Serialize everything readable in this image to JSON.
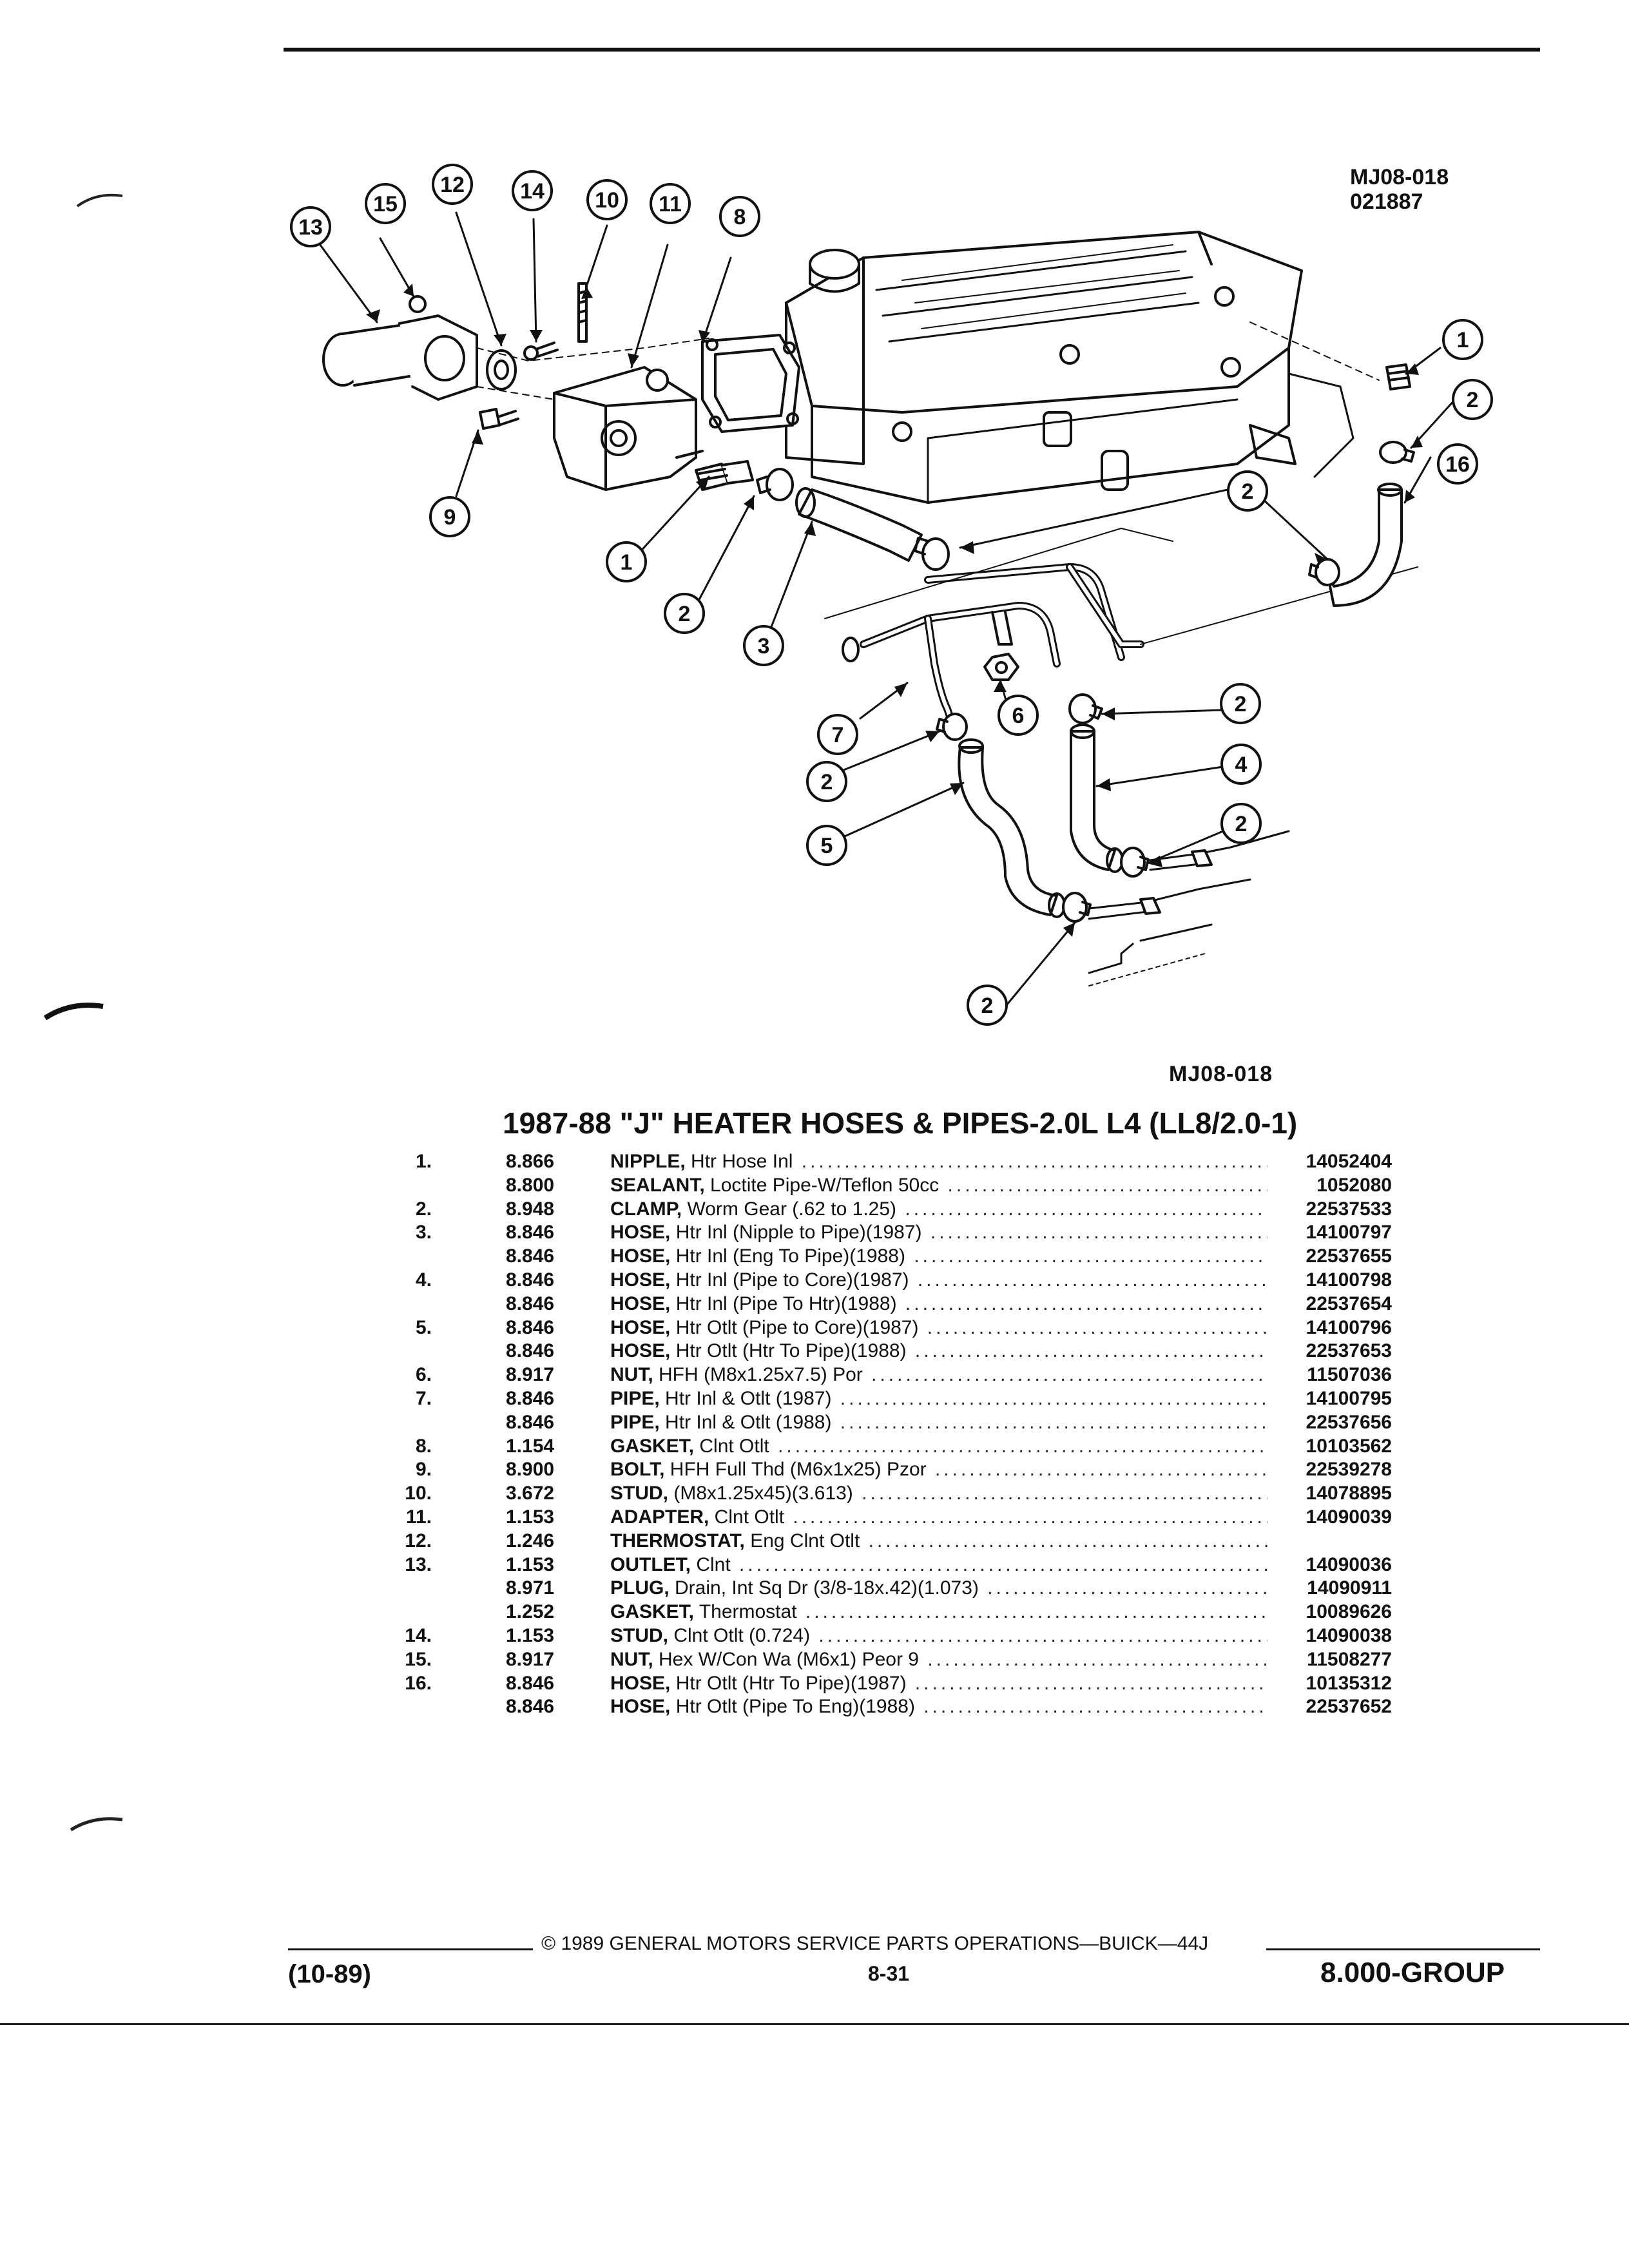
{
  "header": {
    "diagram_code": "MJ08-018",
    "diagram_date": "021887"
  },
  "diagram": {
    "bottom_label": "MJ08-018",
    "callouts": [
      "1",
      "2",
      "3",
      "4",
      "5",
      "6",
      "7",
      "8",
      "9",
      "10",
      "11",
      "12",
      "13",
      "14",
      "15",
      "16"
    ]
  },
  "parts": {
    "title": "1987-88 \"J\" HEATER HOSES & PIPES-2.0L L4 (LL8/2.0-1)",
    "rows": [
      {
        "idx": "1.",
        "group": "8.866",
        "name": "NIPPLE,",
        "desc": " Htr Hose Inl",
        "part": "14052404"
      },
      {
        "idx": "",
        "group": "8.800",
        "name": "SEALANT,",
        "desc": " Loctite Pipe-W/Teflon 50cc",
        "part": "1052080"
      },
      {
        "idx": "2.",
        "group": "8.948",
        "name": "CLAMP,",
        "desc": " Worm Gear (.62 to 1.25)",
        "part": "22537533"
      },
      {
        "idx": "3.",
        "group": "8.846",
        "name": "HOSE,",
        "desc": " Htr Inl (Nipple to Pipe)(1987)",
        "part": "14100797"
      },
      {
        "idx": "",
        "group": "8.846",
        "name": "HOSE,",
        "desc": " Htr Inl (Eng To Pipe)(1988)",
        "part": "22537655"
      },
      {
        "idx": "4.",
        "group": "8.846",
        "name": "HOSE,",
        "desc": " Htr Inl (Pipe to Core)(1987)",
        "part": "14100798"
      },
      {
        "idx": "",
        "group": "8.846",
        "name": "HOSE,",
        "desc": " Htr Inl (Pipe To Htr)(1988)",
        "part": "22537654"
      },
      {
        "idx": "5.",
        "group": "8.846",
        "name": "HOSE,",
        "desc": " Htr Otlt (Pipe to Core)(1987)",
        "part": "14100796"
      },
      {
        "idx": "",
        "group": "8.846",
        "name": "HOSE,",
        "desc": " Htr Otlt (Htr To Pipe)(1988)",
        "part": "22537653"
      },
      {
        "idx": "6.",
        "group": "8.917",
        "name": "NUT,",
        "desc": " HFH (M8x1.25x7.5) Por",
        "part": "11507036"
      },
      {
        "idx": "7.",
        "group": "8.846",
        "name": "PIPE,",
        "desc": " Htr Inl & Otlt (1987)",
        "part": "14100795"
      },
      {
        "idx": "",
        "group": "8.846",
        "name": "PIPE,",
        "desc": " Htr Inl & Otlt (1988)",
        "part": "22537656"
      },
      {
        "idx": "8.",
        "group": "1.154",
        "name": "GASKET,",
        "desc": " Clnt Otlt",
        "part": "10103562"
      },
      {
        "idx": "9.",
        "group": "8.900",
        "name": "BOLT,",
        "desc": " HFH Full Thd (M6x1x25) Pzor",
        "part": "22539278"
      },
      {
        "idx": "10.",
        "group": "3.672",
        "name": "STUD,",
        "desc": " (M8x1.25x45)(3.613)",
        "part": "14078895"
      },
      {
        "idx": "11.",
        "group": "1.153",
        "name": "ADAPTER,",
        "desc": " Clnt Otlt",
        "part": "14090039"
      },
      {
        "idx": "12.",
        "group": "1.246",
        "name": "THERMOSTAT,",
        "desc": " Eng Clnt Otlt",
        "part": ""
      },
      {
        "idx": "13.",
        "group": "1.153",
        "name": "OUTLET,",
        "desc": " Clnt",
        "part": "14090036"
      },
      {
        "idx": "",
        "group": "8.971",
        "name": "PLUG,",
        "desc": " Drain, Int Sq Dr (3/8-18x.42)(1.073)",
        "part": "14090911"
      },
      {
        "idx": "",
        "group": "1.252",
        "name": "GASKET,",
        "desc": " Thermostat",
        "part": "10089626"
      },
      {
        "idx": "14.",
        "group": "1.153",
        "name": "STUD,",
        "desc": " Clnt Otlt (0.724)",
        "part": "14090038"
      },
      {
        "idx": "15.",
        "group": "8.917",
        "name": "NUT,",
        "desc": " Hex W/Con Wa (M6x1) Peor 9",
        "part": "11508277"
      },
      {
        "idx": "16.",
        "group": "8.846",
        "name": "HOSE,",
        "desc": " Htr Otlt (Htr To Pipe)(1987)",
        "part": "10135312"
      },
      {
        "idx": "",
        "group": "8.846",
        "name": "HOSE,",
        "desc": " Htr Otlt (Pipe To Eng)(1988)",
        "part": "22537652"
      }
    ]
  },
  "footer": {
    "date": "(10-89)",
    "copyright": "© 1989 GENERAL MOTORS SERVICE PARTS OPERATIONS—BUICK—44J",
    "page": "8-31",
    "group": "8.000-GROUP"
  }
}
